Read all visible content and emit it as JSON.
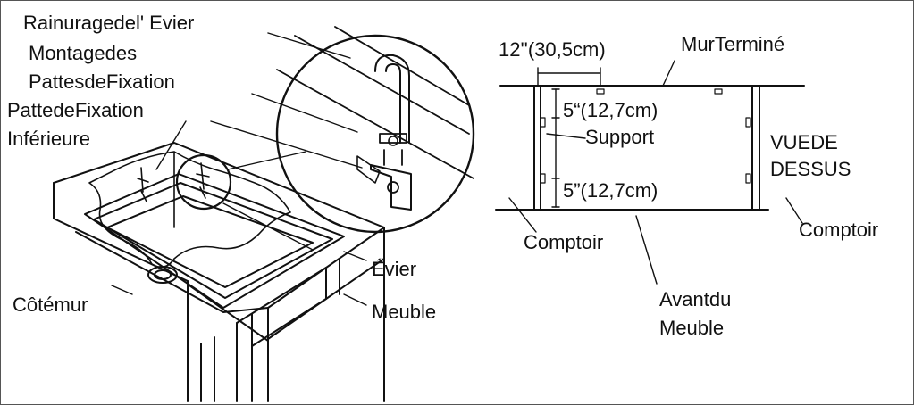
{
  "left_illustration": {
    "labels": {
      "rainurage": "Rainuragedel'  Evier",
      "montage_line1": "Montagedes",
      "montage_line2": "PattesdeFixation",
      "patte_line1": "PattedeFixation",
      "patte_line2": "Inférieure",
      "cote_mur": "Côtémur",
      "evier": "Évier",
      "meuble": "Meuble"
    }
  },
  "top_view": {
    "labels": {
      "width_dim": "12''(30,5cm)",
      "mur_termine": "MurTerminé",
      "dim_top": "5“(12,7cm)",
      "support": "Support",
      "dim_bottom": "5”(12,7cm)",
      "vue_line1": "VUEDE",
      "vue_line2": "DESSUS",
      "comptoir_left": "Comptoir",
      "comptoir_right": "Comptoir",
      "avant_line1": "Avantdu",
      "avant_line2": "Meuble"
    }
  }
}
